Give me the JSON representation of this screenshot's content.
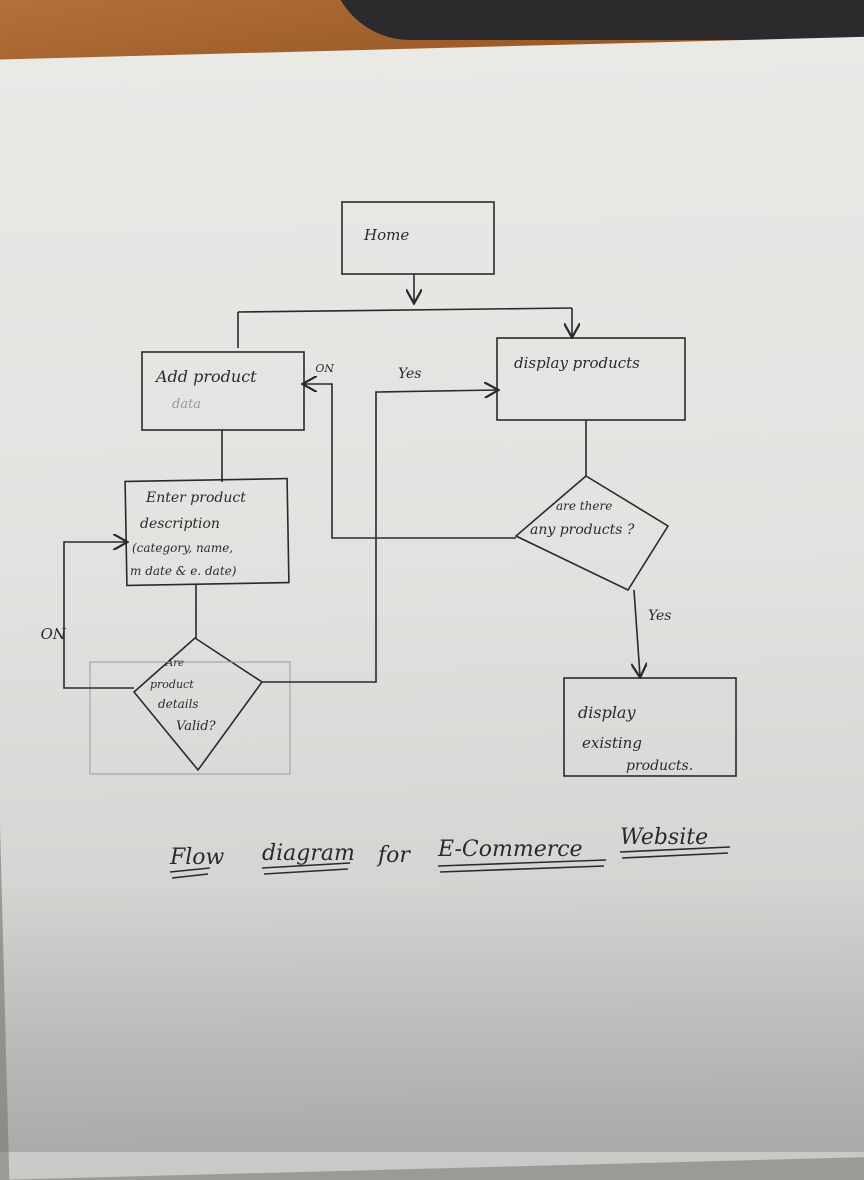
{
  "colors": {
    "ink": "#2a2a2e",
    "paper": "#e6e6e3",
    "table": "#a0602c"
  },
  "nodes": {
    "home": "Home",
    "add_product": "Add product",
    "add_product_sub": "data",
    "enter_product": [
      "Enter product",
      "description",
      "(category, name,",
      "m date & e. date)"
    ],
    "details_valid": [
      "Are",
      "product",
      "details",
      "Valid?"
    ],
    "display_products": "display products",
    "are_there": [
      "are there",
      "any products ?"
    ],
    "display_existing": [
      "display",
      "existing",
      "products."
    ]
  },
  "edges": {
    "no_left": "NO",
    "no_middle": "NO",
    "yes_middle": "Yes",
    "yes_right": "Yes"
  },
  "caption": {
    "w1": "Flow",
    "w2": "diagram",
    "w3": "for",
    "w4": "E-Commerce",
    "w5": "Website"
  }
}
